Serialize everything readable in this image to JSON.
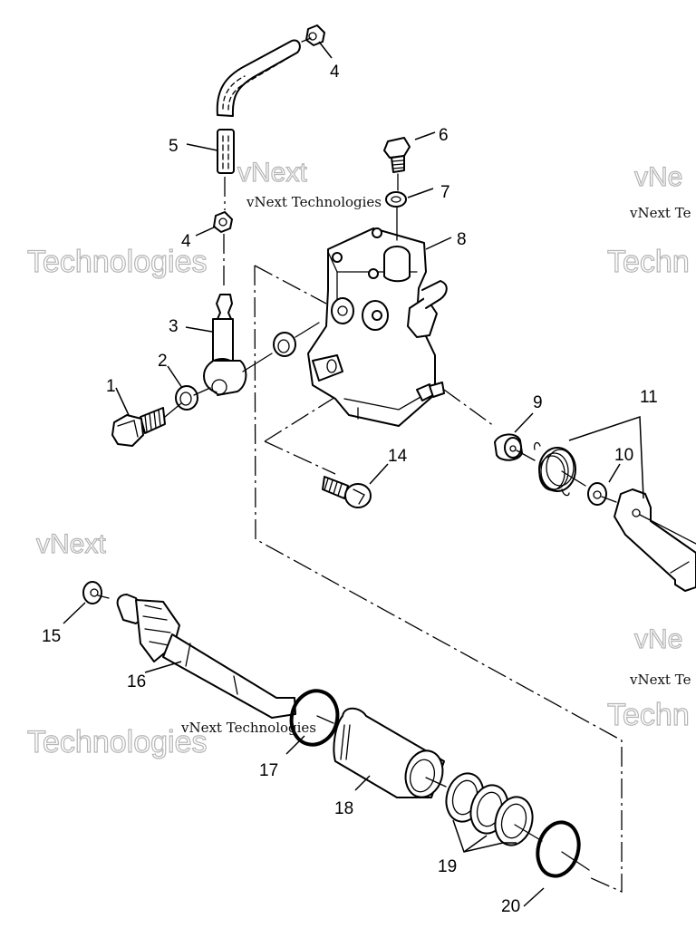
{
  "diagram": {
    "title": "Oil Pump Assembly (exploded view)",
    "callouts": [
      {
        "id": "1",
        "label": "1"
      },
      {
        "id": "2",
        "label": "2"
      },
      {
        "id": "3",
        "label": "3"
      },
      {
        "id": "4a",
        "label": "4"
      },
      {
        "id": "4b",
        "label": "4"
      },
      {
        "id": "5",
        "label": "5"
      },
      {
        "id": "6",
        "label": "6"
      },
      {
        "id": "7",
        "label": "7"
      },
      {
        "id": "8",
        "label": "8"
      },
      {
        "id": "9",
        "label": "9"
      },
      {
        "id": "10",
        "label": "10"
      },
      {
        "id": "11",
        "label": "11"
      },
      {
        "id": "14",
        "label": "14"
      },
      {
        "id": "15",
        "label": "15"
      },
      {
        "id": "16",
        "label": "16"
      },
      {
        "id": "17",
        "label": "17"
      },
      {
        "id": "18",
        "label": "18"
      },
      {
        "id": "19",
        "label": "19"
      },
      {
        "id": "20",
        "label": "20"
      }
    ]
  },
  "watermarks": {
    "serif_text": "vNext Technologies",
    "serif_text_cut": "vNext Te",
    "outline_top": "vNext",
    "outline_bottom": "Technologies",
    "outline_top_cut": "vNe",
    "outline_bottom_cut": "Techn",
    "color": "#b5b5b5"
  },
  "colors": {
    "line": "#000000",
    "background": "#ffffff"
  }
}
